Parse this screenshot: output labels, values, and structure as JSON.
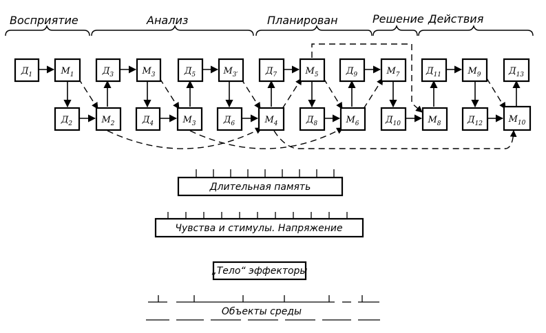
{
  "stages": [
    {
      "id": "perception",
      "label": "Восприятие"
    },
    {
      "id": "analysis",
      "label": "Анализ"
    },
    {
      "id": "planning",
      "label": "Планирован"
    },
    {
      "id": "decision",
      "label": "Решение"
    },
    {
      "id": "actions",
      "label": "Действия"
    }
  ],
  "nodes": [
    {
      "id": "d1",
      "letter": "Д",
      "index": "1"
    },
    {
      "id": "m1",
      "letter": "M",
      "index": "1"
    },
    {
      "id": "d2",
      "letter": "Д",
      "index": "2"
    },
    {
      "id": "m2",
      "letter": "M",
      "index": "2"
    },
    {
      "id": "d3",
      "letter": "Д",
      "index": "3"
    },
    {
      "id": "m3top",
      "letter": "M",
      "index": "3"
    },
    {
      "id": "d4",
      "letter": "Д",
      "index": "4"
    },
    {
      "id": "m3bot",
      "letter": "M",
      "index": "3"
    },
    {
      "id": "d5",
      "letter": "Д",
      "index": "5"
    },
    {
      "id": "m3prime",
      "letter": "M",
      "index": "3′"
    },
    {
      "id": "d6",
      "letter": "Д",
      "index": "6"
    },
    {
      "id": "m4",
      "letter": "M",
      "index": "4"
    },
    {
      "id": "d7",
      "letter": "Д",
      "index": "7"
    },
    {
      "id": "m5",
      "letter": "M",
      "index": "5"
    },
    {
      "id": "d8",
      "letter": "Д",
      "index": "8"
    },
    {
      "id": "m6",
      "letter": "M",
      "index": "6"
    },
    {
      "id": "d9",
      "letter": "Д",
      "index": "9"
    },
    {
      "id": "m7",
      "letter": "M",
      "index": "7"
    },
    {
      "id": "d10",
      "letter": "Д",
      "index": "10"
    },
    {
      "id": "m8",
      "letter": "M",
      "index": "8"
    },
    {
      "id": "d11",
      "letter": "Д",
      "index": "11"
    },
    {
      "id": "m9",
      "letter": "M",
      "index": "9"
    },
    {
      "id": "d12",
      "letter": "Д",
      "index": "12"
    },
    {
      "id": "m10",
      "letter": "M",
      "index": "10"
    },
    {
      "id": "d13",
      "letter": "Д",
      "index": "13"
    }
  ],
  "bars": {
    "long_memory": "Длительная память",
    "feelings": "Чувства и стимулы. Напряжение",
    "body": "„Тело“ эффекторы",
    "environment": "Объекты среды"
  }
}
